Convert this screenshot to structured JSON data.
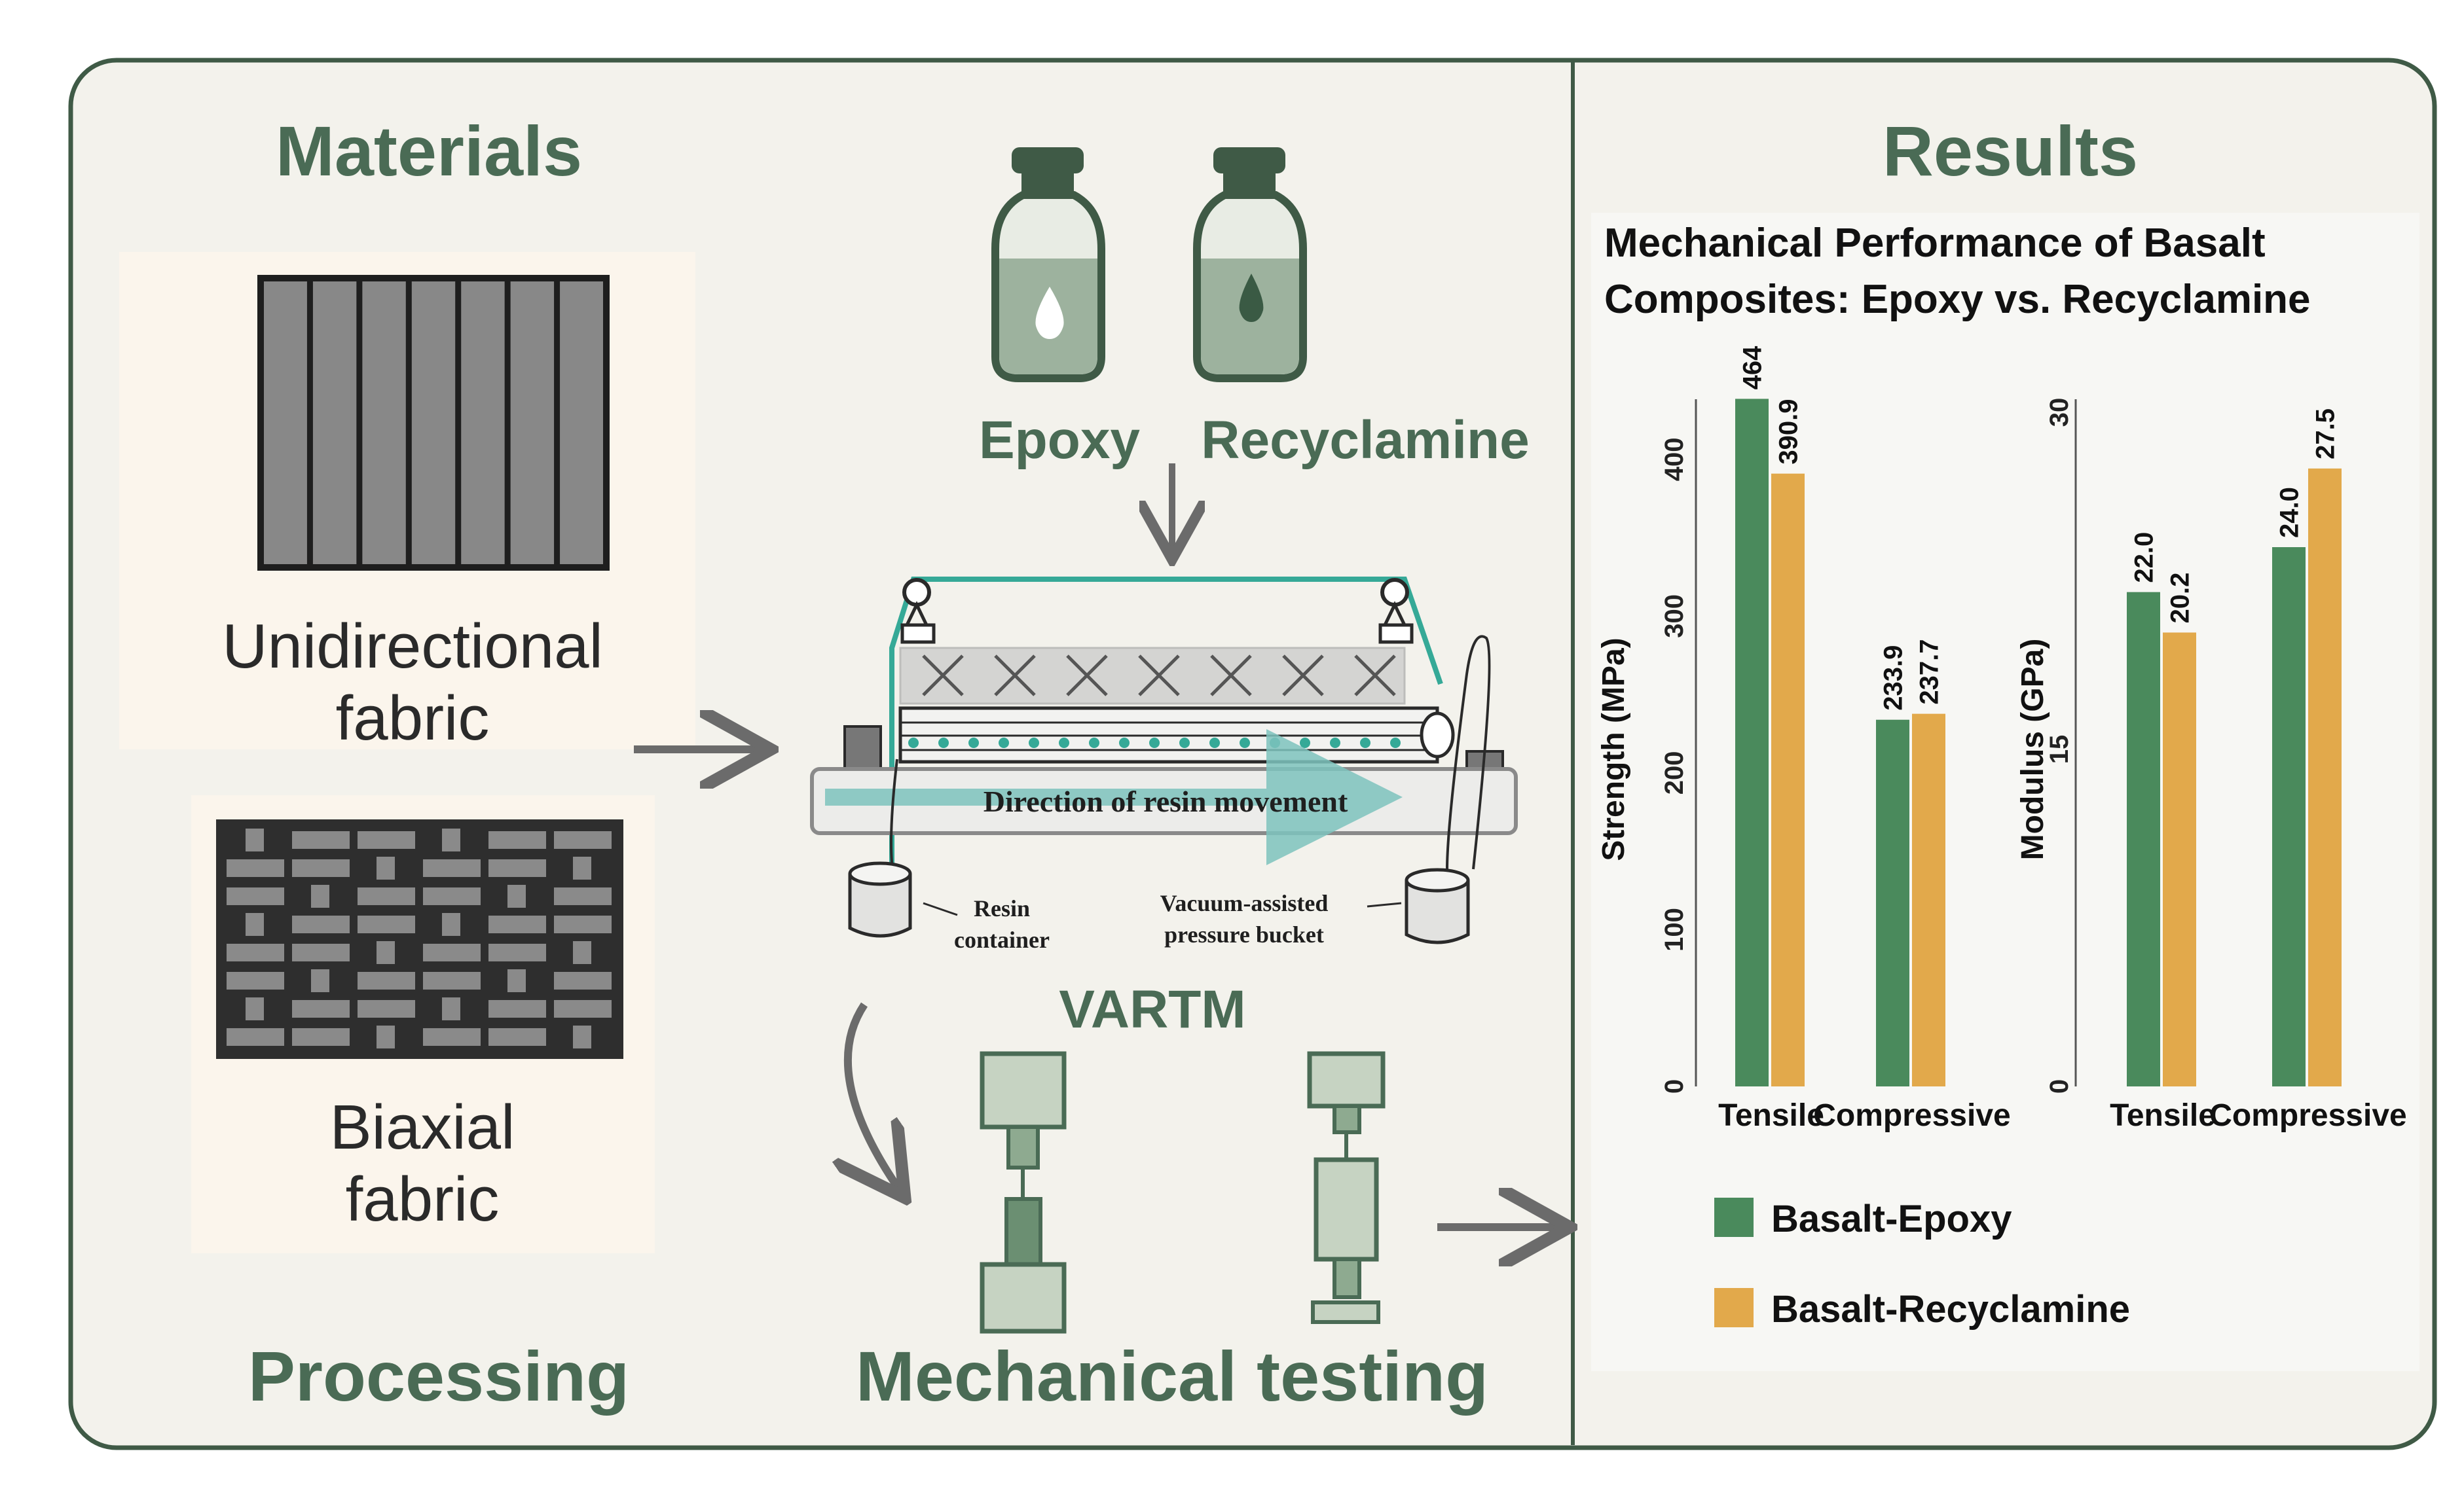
{
  "panels": {
    "materials_title": "Materials",
    "processing_title": "Processing",
    "results_title": "Results"
  },
  "materials": {
    "unidirectional_line1": "Unidirectional",
    "unidirectional_line2": "fabric",
    "biaxial_line1": "Biaxial",
    "biaxial_line2": "fabric"
  },
  "resins": {
    "epoxy": "Epoxy",
    "recyclamine": "Recyclamine"
  },
  "vartm": {
    "label": "VARTM",
    "flow_label": "Direction of resin movement",
    "resin_container_line1": "Resin",
    "resin_container_line2": "container",
    "bucket_line1": "Vacuum-assisted",
    "bucket_line2": "pressure bucket"
  },
  "testing": {
    "label": "Mechanical testing"
  },
  "colors": {
    "background": "#f3f2ec",
    "frame": "#3f5a46",
    "title_green": "#4a6b55",
    "fabric_gray": "#8a8a8a",
    "bottle_green": "#627d67",
    "teal_line": "#35a997",
    "epoxy_bar": "#4a8a5c",
    "recyclamine_bar": "#e2a94b"
  },
  "chart_title_line1": "Mechanical Performance of Basalt",
  "chart_title_line2": "Composites: Epoxy vs. Recyclamine",
  "legend": [
    "Basalt-Epoxy",
    "Basalt-Recyclamine"
  ],
  "chart_data": [
    {
      "type": "bar",
      "title": "",
      "ylabel": "Strength (MPa)",
      "ylim": [
        0,
        430
      ],
      "yticks": [
        0,
        100,
        200,
        300,
        400
      ],
      "categories": [
        "Tensile",
        "Compressive"
      ],
      "series": [
        {
          "name": "Basalt-Epoxy",
          "values": [
            464,
            233.9
          ],
          "labels": [
            "464",
            "233.9"
          ]
        },
        {
          "name": "Basalt-Recyclamine",
          "values": [
            390.9,
            237.7
          ],
          "labels": [
            "390.9",
            "237.7"
          ]
        }
      ]
    },
    {
      "type": "bar",
      "title": "",
      "ylabel": "Modulus (GPa)",
      "ylim": [
        0,
        30
      ],
      "yticks": [
        0,
        15,
        30
      ],
      "categories": [
        "Tensile",
        "Compressive"
      ],
      "series": [
        {
          "name": "Basalt-Epoxy",
          "values": [
            22.0,
            24.0
          ],
          "labels": [
            "22.0",
            "24.0"
          ]
        },
        {
          "name": "Basalt-Recyclamine",
          "values": [
            20.2,
            27.5
          ],
          "labels": [
            "20.2",
            "27.5"
          ]
        }
      ]
    }
  ]
}
